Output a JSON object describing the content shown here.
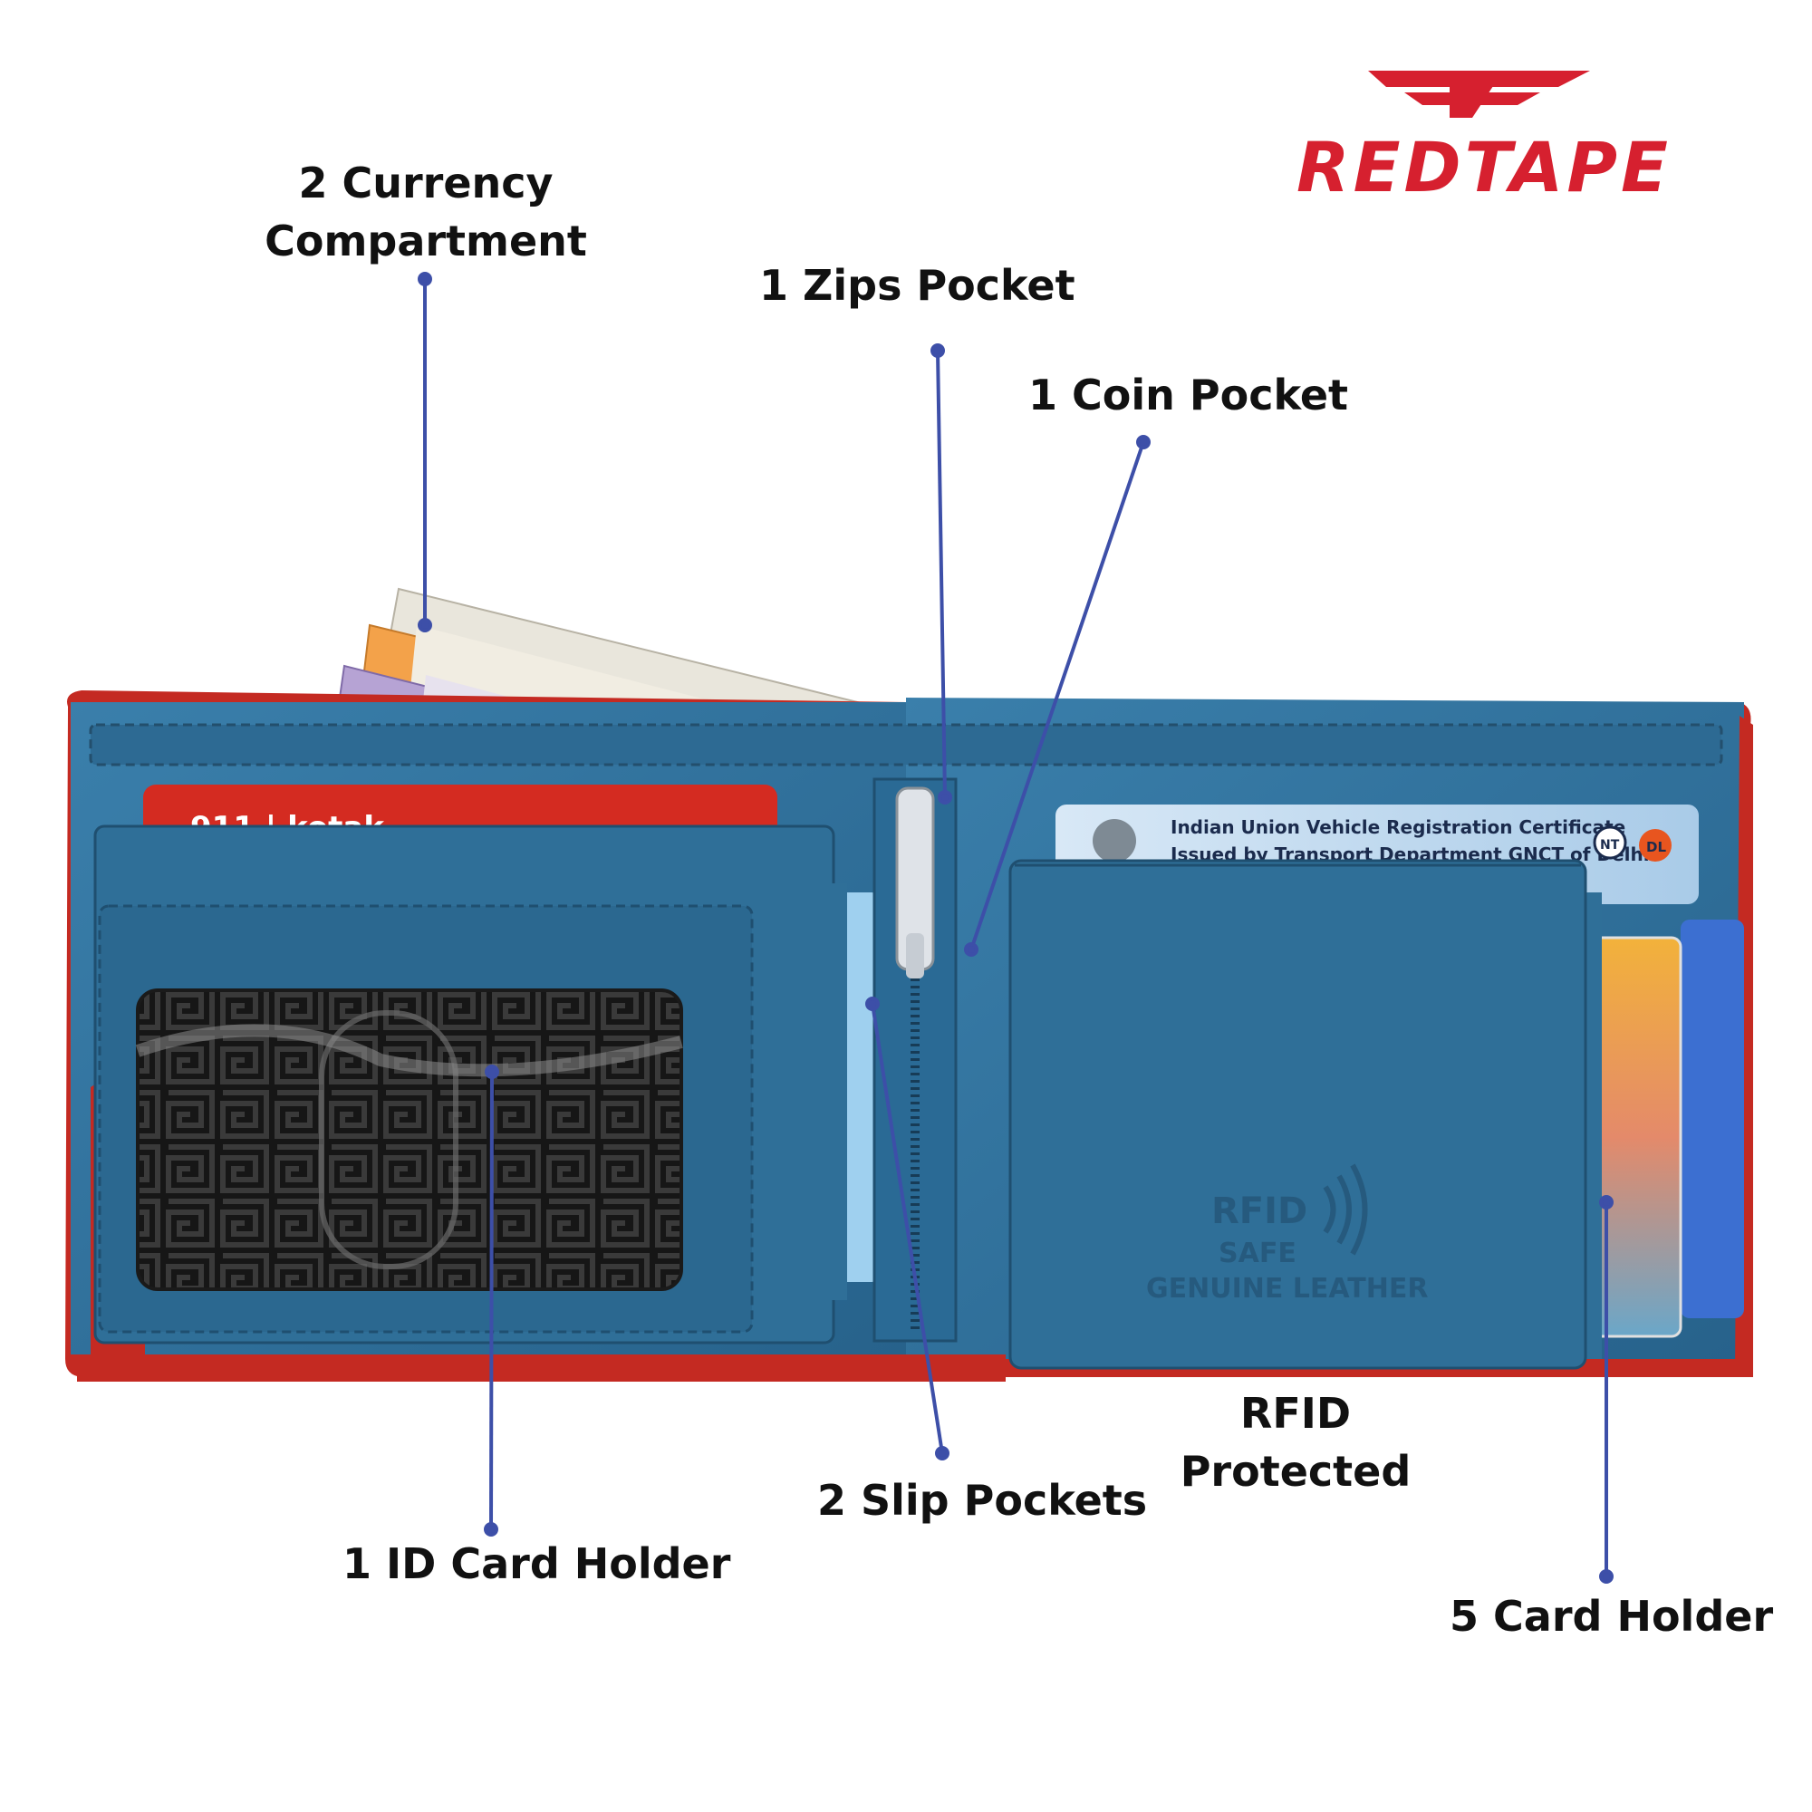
{
  "brand": {
    "name": "REDTAPE",
    "color": "#d6202f"
  },
  "features": {
    "currency": [
      "2 Currency",
      "Compartment"
    ],
    "zips": "1 Zips Pocket",
    "coin": "1 Coin Pocket",
    "id_card": "1 ID Card Holder",
    "slip": "2 Slip Pockets",
    "rfid": [
      "RFID",
      "Protected"
    ],
    "cards": "5 Card Holder"
  },
  "wallet": {
    "left_card_text": "911 | kotak",
    "rc_card_line1": "Indian Union Vehicle Registration Certificate",
    "rc_card_line2": "Issued by Transport Department GNCT of Delhi",
    "rc_badge_nt": "NT",
    "rc_badge_dl": "DL",
    "emboss_line1": "RFID",
    "emboss_line2": "SAFE",
    "emboss_line3": "GENUINE LEATHER"
  },
  "colors": {
    "leather_blue": "#2f6f98",
    "leather_red": "#c42a22",
    "callout_line": "#3d4fa8"
  }
}
